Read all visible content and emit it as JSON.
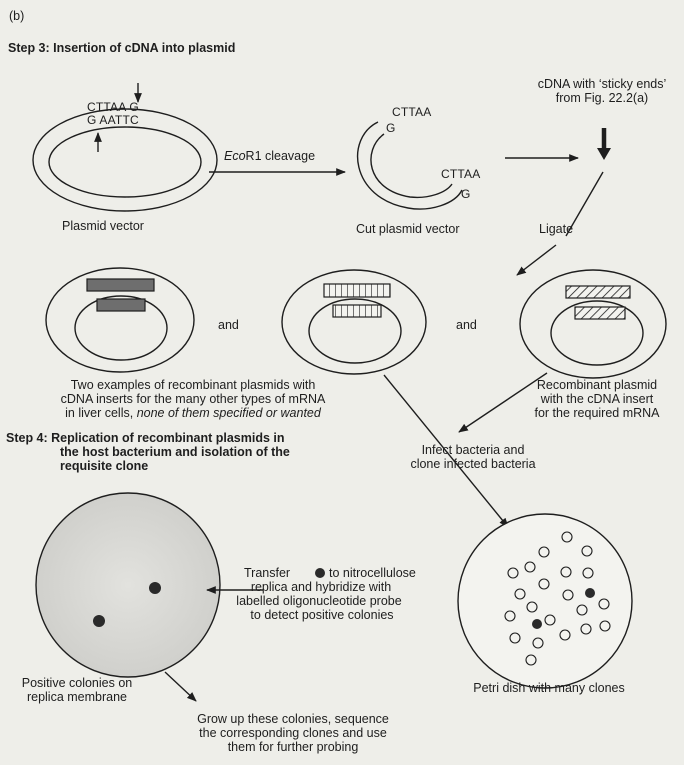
{
  "panel_label": "(b)",
  "step3": {
    "heading": "Step 3:  Insertion of cDNA into plasmid",
    "site_top": "CTTAA G",
    "site_bottom": "G AATTC",
    "plasmid_vector_label": "Plasmid vector",
    "cleavage_label_italic": "Eco",
    "cleavage_label_rest": "R1 cleavage",
    "cut_end_top": "CTTAA",
    "cut_end_top_g": "G",
    "cut_end_bottom": "CTTAA",
    "cut_end_bottom_g": "G",
    "cut_plasmid_label": "Cut plasmid vector",
    "cdna_line1": "cDNA with ‘sticky ends’",
    "cdna_line2": "from Fig. 22.2(a)",
    "ligate_label": "Ligate",
    "and1": "and",
    "and2": "and",
    "examples_line1": "Two examples of recombinant plasmids with",
    "examples_line2": "cDNA inserts for the many other types of mRNA",
    "examples_line3_plain": "in liver cells, ",
    "examples_line3_italic": "none of them specified or wanted",
    "recombinant_line1": "Recombinant plasmid",
    "recombinant_line2": "with the cDNA insert",
    "recombinant_line3": "for the required mRNA"
  },
  "step4": {
    "heading_line1": "Step 4:  Replication of recombinant plasmids in",
    "heading_line2": "the host bacterium and isolation of the",
    "heading_line3": "requisite clone",
    "infect_line1": "Infect bacteria and",
    "infect_line2": "clone infected bacteria",
    "transfer_line1_pre": "Transfer",
    "transfer_line1_post": "to nitrocellulose",
    "transfer_line2": "replica and hybridize with",
    "transfer_line3": "labelled oligonucleotide probe",
    "transfer_line4": "to detect positive colonies",
    "positive_line1": "Positive colonies on",
    "positive_line2": "replica membrane",
    "petri_label": "Petri dish with many clones",
    "grow_line1": "Grow up these colonies, sequence",
    "grow_line2": "the corresponding clones and use",
    "grow_line3": "them for further probing"
  },
  "colors": {
    "background": "#eeeee9",
    "ink": "#1e1e1e",
    "dark_insert": "#6e6e6e",
    "replica_fill": "#dcdcd8",
    "positive_colony": "#2a2a2a"
  }
}
